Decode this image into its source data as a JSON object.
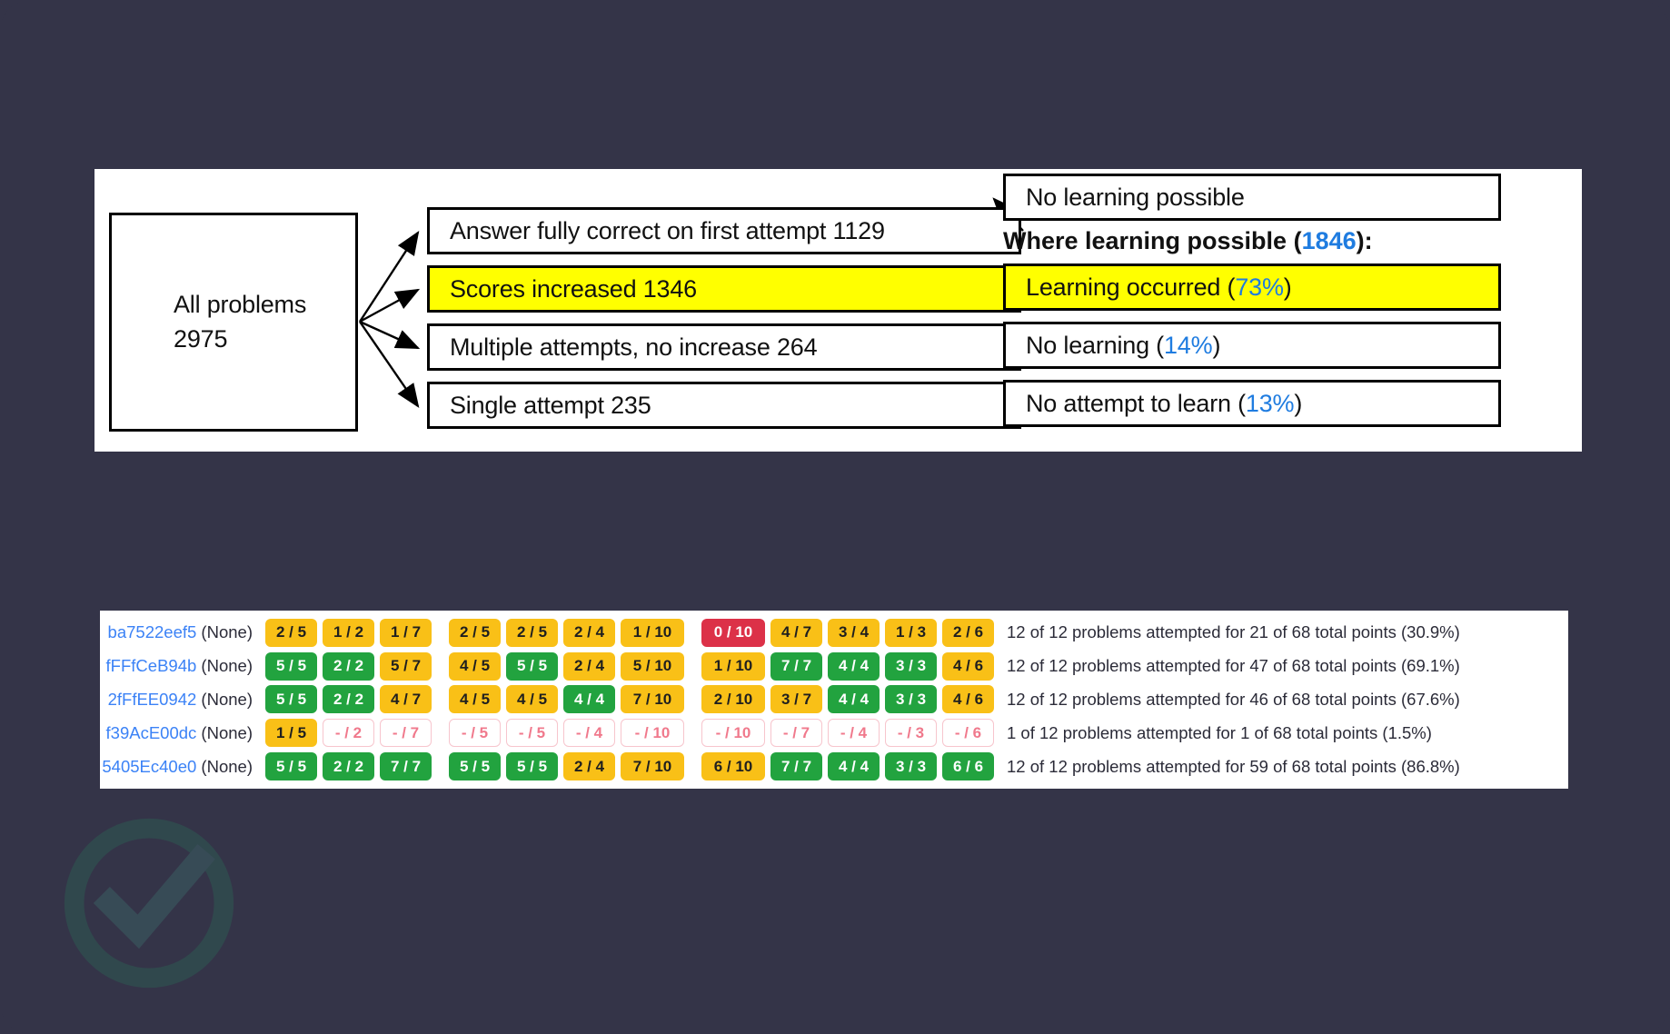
{
  "theme": {
    "background": "#343448",
    "panel_background": "#ffffff",
    "accent_blue": "#1f7ce0",
    "highlight_yellow": "#ffff00",
    "cell_amber": "#f9c017",
    "cell_green": "#22a33f",
    "cell_red": "#dc3148",
    "cell_empty_text": "#f0798c",
    "uid_link": "#3b82f6"
  },
  "flow_diagram": {
    "root": {
      "line1": "All problems",
      "line2": "2975"
    },
    "middle": [
      {
        "label": "Answer fully correct on first attempt 1129",
        "highlight": false
      },
      {
        "label": "Scores increased 1346",
        "highlight": true
      },
      {
        "label": "Multiple attempts, no increase 264",
        "highlight": false
      },
      {
        "label": "Single attempt 235",
        "highlight": false
      }
    ],
    "right": [
      {
        "label": "No learning possible",
        "value": "",
        "highlight": false
      },
      {
        "label": "Learning occurred (",
        "value": "73%",
        "suffix": ")",
        "highlight": true
      },
      {
        "label": "No learning (",
        "value": "14%",
        "suffix": ")",
        "highlight": false
      },
      {
        "label": "No attempt to learn (",
        "value": "13%",
        "suffix": ")",
        "highlight": false
      }
    ],
    "section_label": {
      "prefix": "Where learning possible (",
      "value": "1846",
      "suffix": "):"
    }
  },
  "score_table": {
    "rows": [
      {
        "uid": "ba7522eef5",
        "suffix": " (None)",
        "cells": [
          {
            "text": "2 / 5",
            "state": "amber"
          },
          {
            "text": "1 / 2",
            "state": "amber"
          },
          {
            "text": "1 / 7",
            "state": "amber"
          },
          {
            "text": "2 / 5",
            "state": "amber"
          },
          {
            "text": "2 / 5",
            "state": "amber"
          },
          {
            "text": "2 / 4",
            "state": "amber"
          },
          {
            "text": "1 / 10",
            "state": "amber"
          },
          {
            "text": "0 / 10",
            "state": "red"
          },
          {
            "text": "4 / 7",
            "state": "amber"
          },
          {
            "text": "3 / 4",
            "state": "amber"
          },
          {
            "text": "1 / 3",
            "state": "amber"
          },
          {
            "text": "2 / 6",
            "state": "amber"
          }
        ],
        "summary": "12 of 12 problems attempted for 21 of 68 total points (30.9%)"
      },
      {
        "uid": "fFFfCeB94b",
        "suffix": " (None)",
        "cells": [
          {
            "text": "5 / 5",
            "state": "green"
          },
          {
            "text": "2 / 2",
            "state": "green"
          },
          {
            "text": "5 / 7",
            "state": "amber"
          },
          {
            "text": "4 / 5",
            "state": "amber"
          },
          {
            "text": "5 / 5",
            "state": "green"
          },
          {
            "text": "2 / 4",
            "state": "amber"
          },
          {
            "text": "5 / 10",
            "state": "amber"
          },
          {
            "text": "1 / 10",
            "state": "amber"
          },
          {
            "text": "7 / 7",
            "state": "green"
          },
          {
            "text": "4 / 4",
            "state": "green"
          },
          {
            "text": "3 / 3",
            "state": "green"
          },
          {
            "text": "4 / 6",
            "state": "amber"
          }
        ],
        "summary": "12 of 12 problems attempted for 47 of 68 total points (69.1%)"
      },
      {
        "uid": "2fFfEE0942",
        "suffix": " (None)",
        "cells": [
          {
            "text": "5 / 5",
            "state": "green"
          },
          {
            "text": "2 / 2",
            "state": "green"
          },
          {
            "text": "4 / 7",
            "state": "amber"
          },
          {
            "text": "4 / 5",
            "state": "amber"
          },
          {
            "text": "4 / 5",
            "state": "amber"
          },
          {
            "text": "4 / 4",
            "state": "green"
          },
          {
            "text": "7 / 10",
            "state": "amber"
          },
          {
            "text": "2 / 10",
            "state": "amber"
          },
          {
            "text": "3 / 7",
            "state": "amber"
          },
          {
            "text": "4 / 4",
            "state": "green"
          },
          {
            "text": "3 / 3",
            "state": "green"
          },
          {
            "text": "4 / 6",
            "state": "amber"
          }
        ],
        "summary": "12 of 12 problems attempted for 46 of 68 total points (67.6%)"
      },
      {
        "uid": "f39AcE00dc",
        "suffix": " (None)",
        "cells": [
          {
            "text": "1 / 5",
            "state": "amber"
          },
          {
            "text": "- / 2",
            "state": "empty"
          },
          {
            "text": "- / 7",
            "state": "empty"
          },
          {
            "text": "- / 5",
            "state": "empty"
          },
          {
            "text": "- / 5",
            "state": "empty"
          },
          {
            "text": "- / 4",
            "state": "empty"
          },
          {
            "text": "- / 10",
            "state": "empty"
          },
          {
            "text": "- / 10",
            "state": "empty"
          },
          {
            "text": "- / 7",
            "state": "empty"
          },
          {
            "text": "- / 4",
            "state": "empty"
          },
          {
            "text": "- / 3",
            "state": "empty"
          },
          {
            "text": "- / 6",
            "state": "empty"
          }
        ],
        "summary": "1 of 12 problems attempted for 1 of 68 total points (1.5%)"
      },
      {
        "uid": "5405Ec40e0",
        "suffix": " (None)",
        "cells": [
          {
            "text": "5 / 5",
            "state": "green"
          },
          {
            "text": "2 / 2",
            "state": "green"
          },
          {
            "text": "7 / 7",
            "state": "green"
          },
          {
            "text": "5 / 5",
            "state": "green"
          },
          {
            "text": "5 / 5",
            "state": "green"
          },
          {
            "text": "2 / 4",
            "state": "amber"
          },
          {
            "text": "7 / 10",
            "state": "amber"
          },
          {
            "text": "6 / 10",
            "state": "amber"
          },
          {
            "text": "7 / 7",
            "state": "green"
          },
          {
            "text": "4 / 4",
            "state": "green"
          },
          {
            "text": "3 / 3",
            "state": "green"
          },
          {
            "text": "6 / 6",
            "state": "green"
          }
        ],
        "summary": "12 of 12 problems attempted for 59 of 68 total points (86.8%)"
      }
    ]
  }
}
